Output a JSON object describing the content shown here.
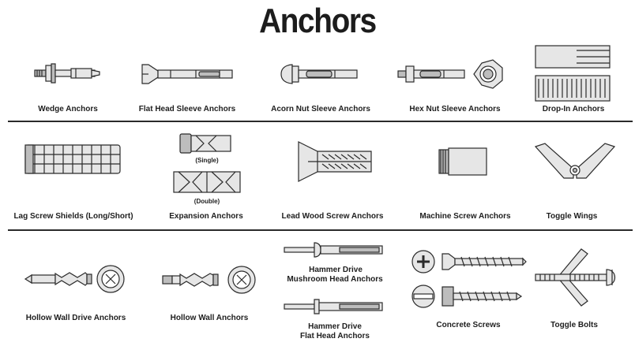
{
  "title": "Anchors",
  "rows": [
    {
      "items": [
        {
          "label": "Wedge Anchors",
          "icon": "wedge-anchor-icon"
        },
        {
          "label": "Flat Head Sleeve Anchors",
          "icon": "flat-head-sleeve-anchor-icon"
        },
        {
          "label": "Acorn Nut Sleeve Anchors",
          "icon": "acorn-nut-sleeve-anchor-icon"
        },
        {
          "label": "Hex Nut Sleeve Anchors",
          "icon": "hex-nut-sleeve-anchor-icon"
        },
        {
          "label": "Drop-In Anchors",
          "icon": "drop-in-anchor-icon"
        }
      ]
    },
    {
      "items": [
        {
          "label": "Lag Screw Shields (Long/Short)",
          "icon": "lag-screw-shield-icon"
        },
        {
          "label": "Expansion Anchors",
          "icon": "expansion-anchor-icon",
          "sublabels": {
            "single": "(Single)",
            "double": "(Double)"
          }
        },
        {
          "label": "Lead Wood Screw Anchors",
          "icon": "lead-wood-screw-anchor-icon"
        },
        {
          "label": "Machine Screw Anchors",
          "icon": "machine-screw-anchor-icon"
        },
        {
          "label": "Toggle Wings",
          "icon": "toggle-wing-icon"
        }
      ]
    },
    {
      "items": [
        {
          "label": "Hollow Wall Drive Anchors",
          "icon": "hollow-wall-drive-anchor-icon"
        },
        {
          "label": "Hollow Wall Anchors",
          "icon": "hollow-wall-anchor-icon"
        },
        {
          "label_line1": "Hammer Drive",
          "label_line2": "Mushroom Head Anchors",
          "icon": "hammer-drive-mushroom-head-anchor-icon"
        },
        {
          "label_line1": "Hammer Drive",
          "label_line2": "Flat Head Anchors",
          "icon": "hammer-drive-flat-head-anchor-icon"
        },
        {
          "label": "Concrete Screws",
          "icon": "concrete-screw-icon"
        },
        {
          "label": "Toggle Bolts",
          "icon": "toggle-bolt-icon"
        }
      ]
    }
  ]
}
